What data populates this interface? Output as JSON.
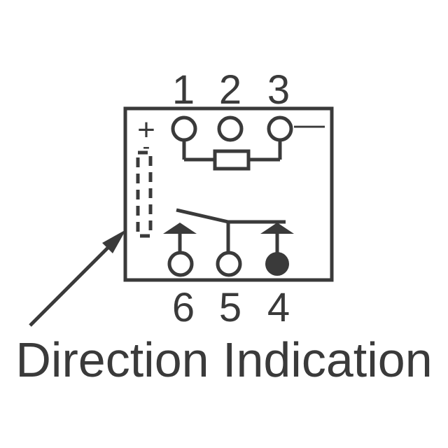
{
  "pins_top": [
    "1",
    "2",
    "3"
  ],
  "pins_bottom": [
    "6",
    "5",
    "4"
  ],
  "polarity": {
    "plus": "+",
    "minus_small": "-",
    "minus_right": "—"
  },
  "caption": "Direction Indication",
  "colors": {
    "ink": "#3a3a3a",
    "background": "#ffffff"
  }
}
